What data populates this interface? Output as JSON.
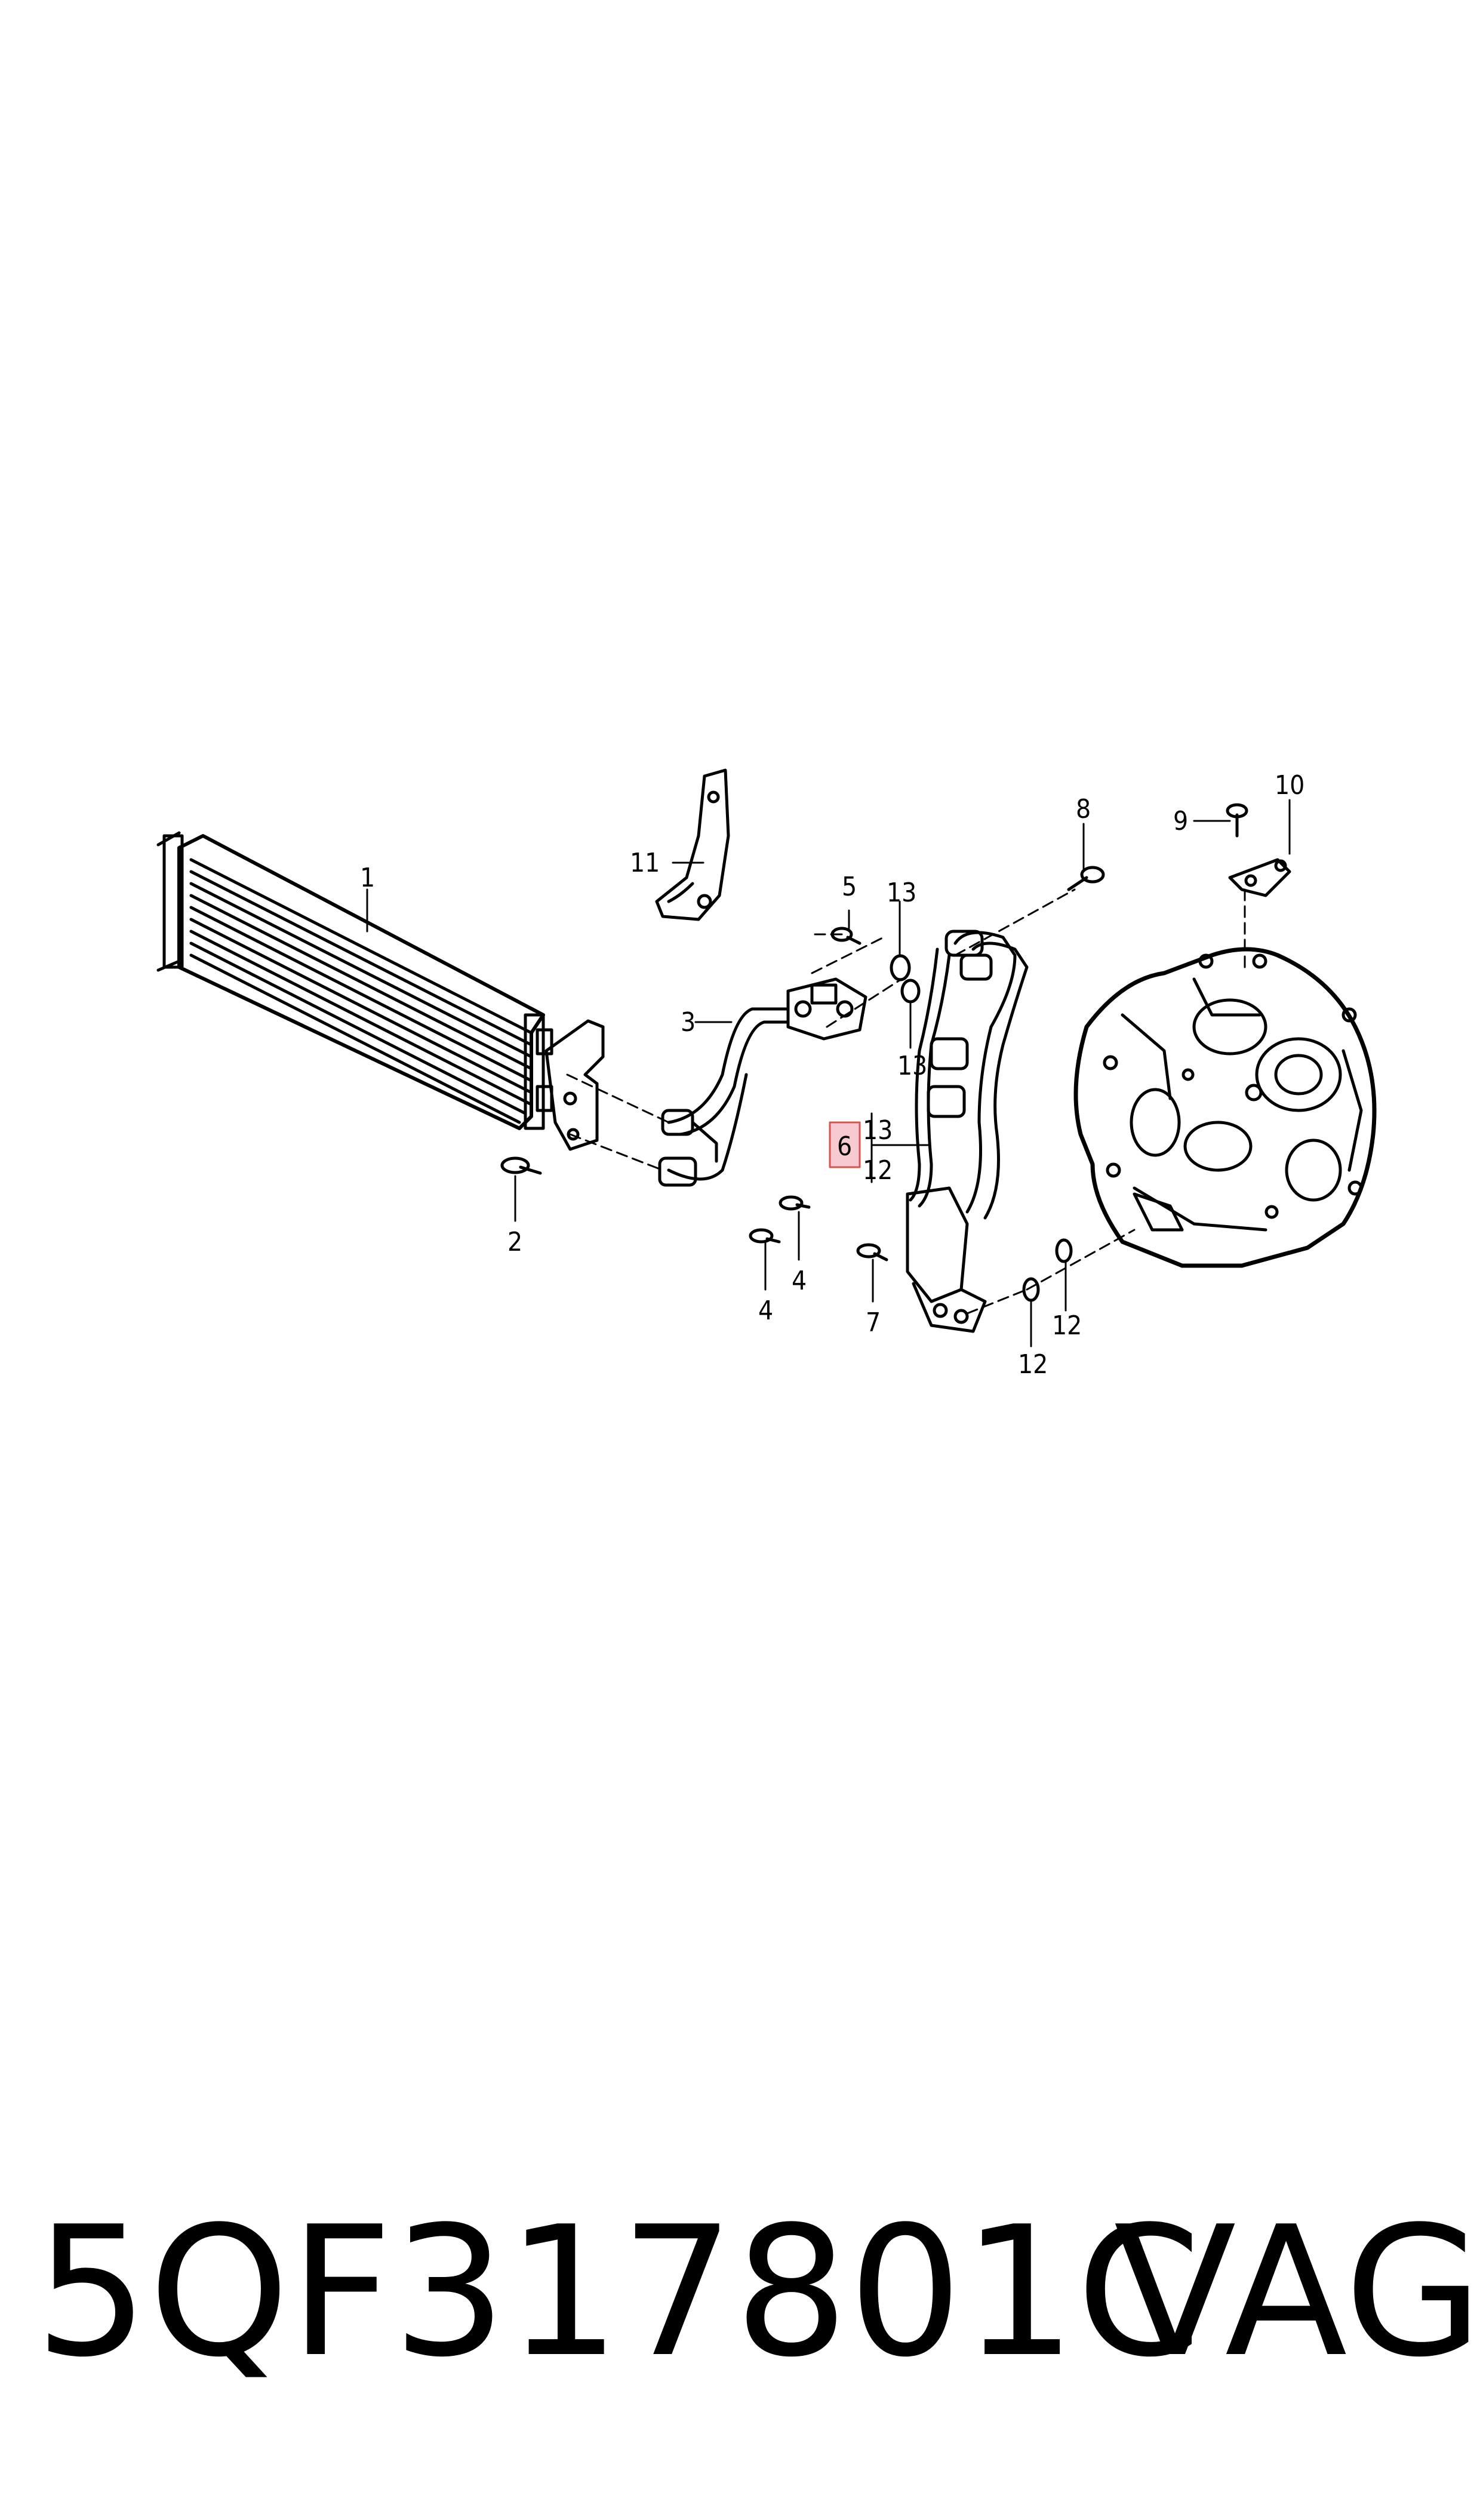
{
  "diagram": {
    "callouts": {
      "c1": "1",
      "c2": "2",
      "c3": "3",
      "c4a": "4",
      "c4b": "4",
      "c5": "5",
      "c6": "6",
      "c7": "7",
      "c8": "8",
      "c9": "9",
      "c10": "10",
      "c11": "11",
      "c12a": "12",
      "c12b": "12",
      "c12c": "12",
      "c13a": "13",
      "c13b": "13",
      "c13c": "13"
    },
    "highlight_color": "#f7c9d0",
    "highlight_border": "#d9534f"
  },
  "footer": {
    "part_number": "5QF317801C",
    "brand": "VAG"
  }
}
